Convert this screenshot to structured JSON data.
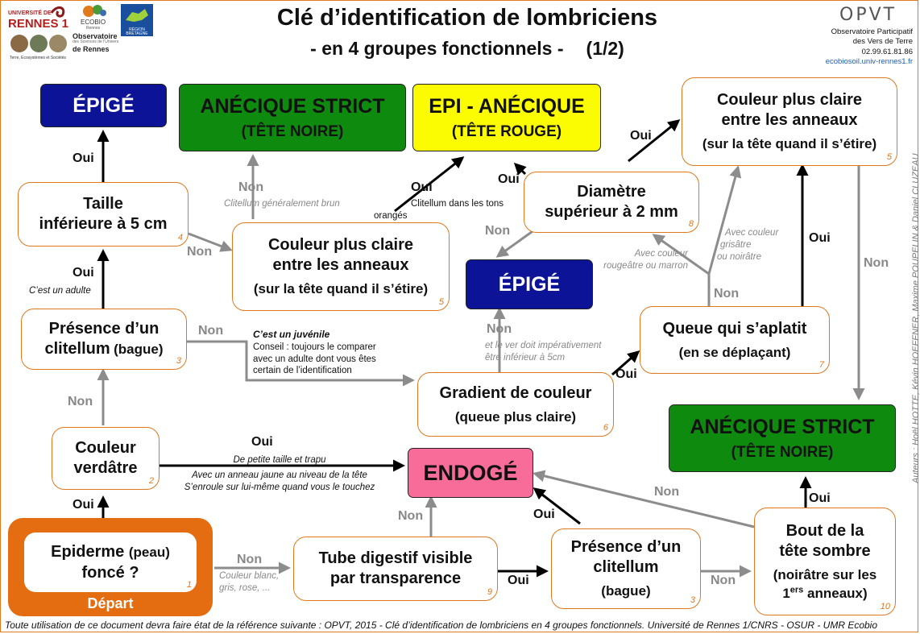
{
  "header": {
    "title": "Clé d’identification de lombriciens",
    "subtitle": "- en 4 groupes fonctionnels -",
    "page": "(1/2)"
  },
  "logos": {
    "univ_line1": "UNIVERSITÉ DE",
    "univ_line2": "RENNES 1",
    "ecobio": "ECOBIO",
    "ecobio_sub": "Rennes",
    "region": "RÉGION BRETAGNE",
    "obs_line1": "Observatoire",
    "obs_small": "des Sciences de l’Univers",
    "obs_line2": "de Rennes",
    "tes": "Terre, Ecosystèmes et Sociétés"
  },
  "opvt": {
    "logo": "OPVT",
    "line1": "Observatoire Participatif",
    "line2": "des Vers de Terre",
    "phone": "02.99.61.81.86",
    "url": "ecobiosoil.univ-rennes1.fr"
  },
  "nodes": {
    "n1": {
      "l1": "Epiderme",
      "l1b": "(peau)",
      "l2": "foncé ?",
      "num": "1"
    },
    "start_label": "Départ",
    "n2": {
      "l1": "Couleur",
      "l2": "verdâtre",
      "num": "2"
    },
    "n3a": {
      "l1": "Présence d’un",
      "l2": "clitellum",
      "l2b": "(bague)",
      "num": "3"
    },
    "n4": {
      "l1": "Taille",
      "l2": "inférieure à 5 cm",
      "num": "4"
    },
    "n5a": {
      "l1": "Couleur plus claire",
      "l2": "entre les anneaux",
      "l3": "(sur la tête quand il s’étire)",
      "num": "5"
    },
    "n5b": {
      "l1": "Couleur plus claire",
      "l2": "entre les anneaux",
      "l3": "(sur la tête quand il s’étire)",
      "num": "5"
    },
    "n6": {
      "l1": "Gradient de couleur",
      "l2": "(queue plus claire)",
      "num": "6"
    },
    "n7": {
      "l1": "Queue qui s’aplatit",
      "l2": "(en se déplaçant)",
      "num": "7"
    },
    "n8": {
      "l1": "Diamètre",
      "l2": "supérieur à 2 mm",
      "num": "8"
    },
    "n9": {
      "l1": "Tube digestif visible",
      "l2": "par transparence",
      "num": "9"
    },
    "n3b": {
      "l1": "Présence d’un",
      "l2": "clitellum",
      "l3": "(bague)",
      "num": "3"
    },
    "n10": {
      "l1": "Bout de la",
      "l2": "tête sombre",
      "l3": "(noirâtre sur les",
      "l4a": "1",
      "l4sup": "ers",
      "l4b": " anneaux)",
      "num": "10"
    }
  },
  "results": {
    "epige1": {
      "l1": "ÉPIGÉ"
    },
    "anec1": {
      "l1": "ANÉCIQUE STRICT",
      "l2": "(TÊTE NOIRE)"
    },
    "epian": {
      "l1": "EPI - ANÉCIQUE",
      "l2": "(TÊTE ROUGE)"
    },
    "epige2": {
      "l1": "ÉPIGÉ"
    },
    "anec2": {
      "l1": "ANÉCIQUE STRICT",
      "l2": "(TÊTE NOIRE)"
    },
    "endo": {
      "l1": "ENDOGÉ"
    }
  },
  "labels": {
    "oui": "Oui",
    "non": "Non"
  },
  "notes": {
    "adulte": "C’est un adulte",
    "juv_title": "C’est un juvénile",
    "juv_l1": "Conseil : toujours le comparer",
    "juv_l2": "avec un adulte dont vous êtes",
    "juv_l3": "certain de l’identification",
    "vert_l1": "De petite taille et trapu",
    "vert_l2": "Avec un anneau jaune au niveau de la tête",
    "vert_l3": "S’enroule sur lui-même quand vous le touchez",
    "brun": "Clitellum généralement brun",
    "orange_l1": "Clitellum dans les tons",
    "orange_l2": "orangés",
    "epige5_l1": "et le ver doit impérativement",
    "epige5_l2": "être inférieur à 5cm",
    "rouge_l1": "Avec couleur",
    "rouge_l2": "rougeâtre ou marron",
    "gris_l1": "Avec couleur",
    "gris_l2": "grisâtre",
    "gris_l3": "ou noirâtre",
    "blanc_l1": "Couleur blanc,",
    "blanc_l2": "gris, rose, ..."
  },
  "authors": "Auteurs : Hoël HOTTE, Kévin HOEFFNER, Maxime POUPELIN & Daniel CLUZEAU",
  "footer": "Toute utilisation de ce document devra faire état de la référence suivante : OPVT, 2015 - Clé d’identification de lombriciens en 4 groupes fonctionnels. Université de Rennes 1/CNRS - OSUR - UMR Ecobio",
  "colors": {
    "orange": "#e0781f",
    "epige": "#0d1396",
    "anecique": "#0e8a0e",
    "epi_anecique": "#fbfb02",
    "endoge": "#f86c99",
    "arrow_oui": "#000000",
    "arrow_non": "#8c8c8c"
  }
}
